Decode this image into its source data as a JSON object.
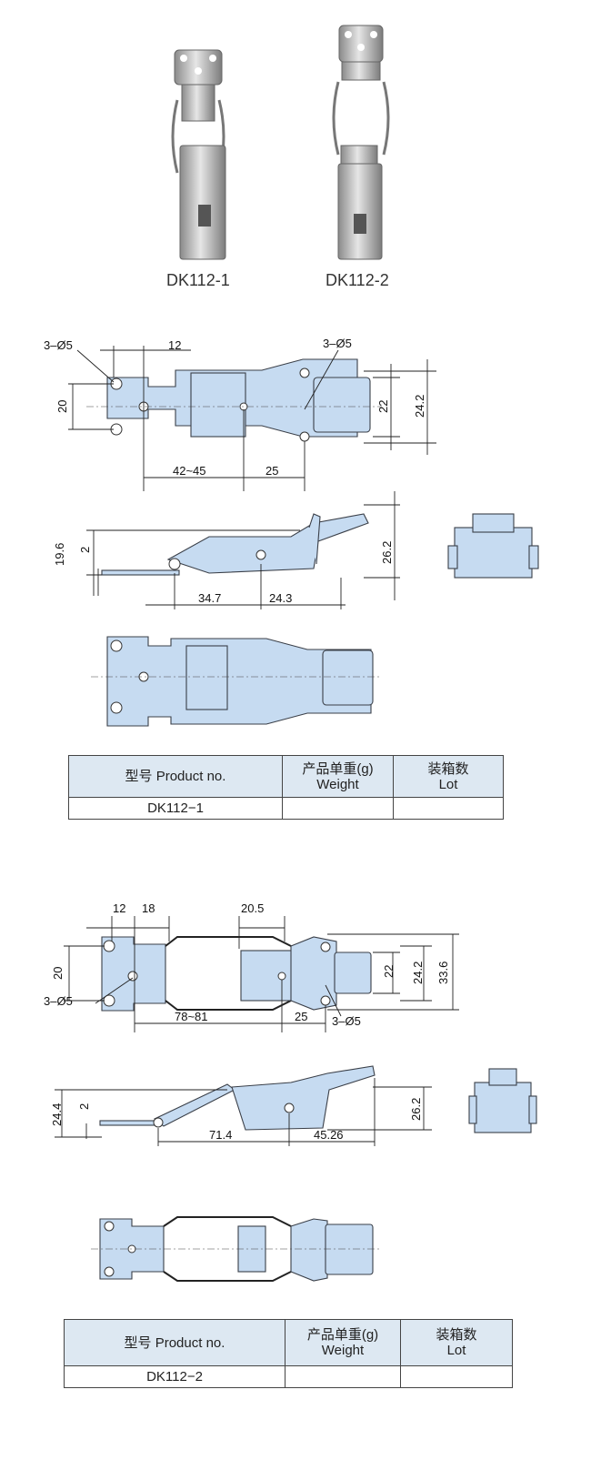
{
  "products": [
    {
      "model": "DK112-1",
      "photo_label": "DK112-1",
      "top_view": {
        "holes_label": "3–Ø5",
        "holes_label_right": "3–Ø5",
        "dim_12": "12",
        "dim_20": "20",
        "dim_22": "22",
        "dim_24_2": "24.2",
        "dim_42_45": "42~45",
        "dim_25": "25"
      },
      "side_view": {
        "dim_19_6": "19.6",
        "dim_2": "2",
        "dim_26_2": "26.2",
        "dim_34_7": "34.7",
        "dim_24_3": "24.3"
      },
      "table": {
        "headers": {
          "product": "型号 Product no.",
          "weight_cn": "产品单重(g)",
          "weight_en": "Weight",
          "lot_cn": "装箱数",
          "lot_en": "Lot"
        },
        "row": {
          "product": "DK112−1",
          "weight": "",
          "lot": ""
        }
      }
    },
    {
      "model": "DK112-2",
      "photo_label": "DK112-2",
      "top_view": {
        "dim_12": "12",
        "dim_18": "18",
        "dim_20_5": "20.5",
        "dim_20": "20",
        "dim_22": "22",
        "dim_24_2": "24.2",
        "dim_33_6": "33.6",
        "holes_label": "3–Ø5",
        "holes_label_right": "3–Ø5",
        "dim_78_81": "78~81",
        "dim_25": "25"
      },
      "side_view": {
        "dim_24_4": "24.4",
        "dim_2": "2",
        "dim_26_2": "26.2",
        "dim_71_4": "71.4",
        "dim_45_26": "45.26"
      },
      "table": {
        "headers": {
          "product": "型号 Product no.",
          "weight_cn": "产品单重(g)",
          "weight_en": "Weight",
          "lot_cn": "装箱数",
          "lot_en": "Lot"
        },
        "row": {
          "product": "DK112−2",
          "weight": "",
          "lot": ""
        }
      }
    }
  ],
  "colors": {
    "part_fill": "#c6dbf1",
    "table_header": "#dde8f2"
  }
}
